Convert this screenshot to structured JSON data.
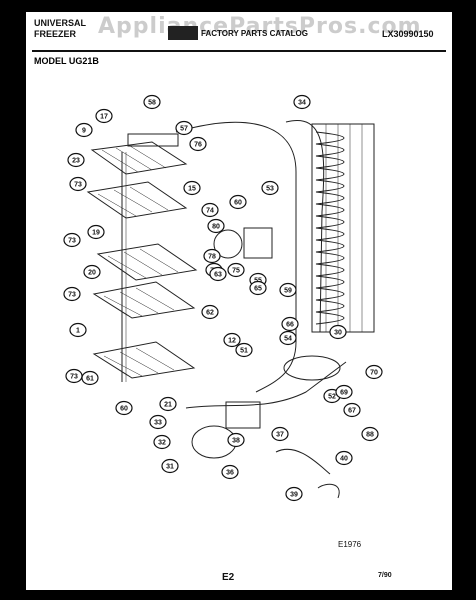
{
  "header": {
    "brand_line1": "UNIVERSAL",
    "brand_line2": "FREEZER",
    "catalog_title": "FACTORY PARTS CATALOG",
    "catalog_number": "LX30990150",
    "watermark": "AppliancePartsPros.com"
  },
  "model_label": "MODEL UG21B",
  "callouts": [
    "58",
    "57",
    "76",
    "17",
    "9",
    "23",
    "73",
    "15",
    "74",
    "80",
    "78",
    "77",
    "75",
    "63",
    "62",
    "55",
    "53",
    "60",
    "19",
    "20",
    "73",
    "73",
    "1",
    "12",
    "51",
    "54",
    "65",
    "59",
    "66",
    "30",
    "34",
    "73",
    "61",
    "60",
    "21",
    "52",
    "70",
    "69",
    "67",
    "88",
    "33",
    "32",
    "31",
    "38",
    "37",
    "36",
    "40",
    "39"
  ],
  "footer": {
    "drawing_id": "E1976",
    "page": "E2",
    "date": "7/90"
  }
}
